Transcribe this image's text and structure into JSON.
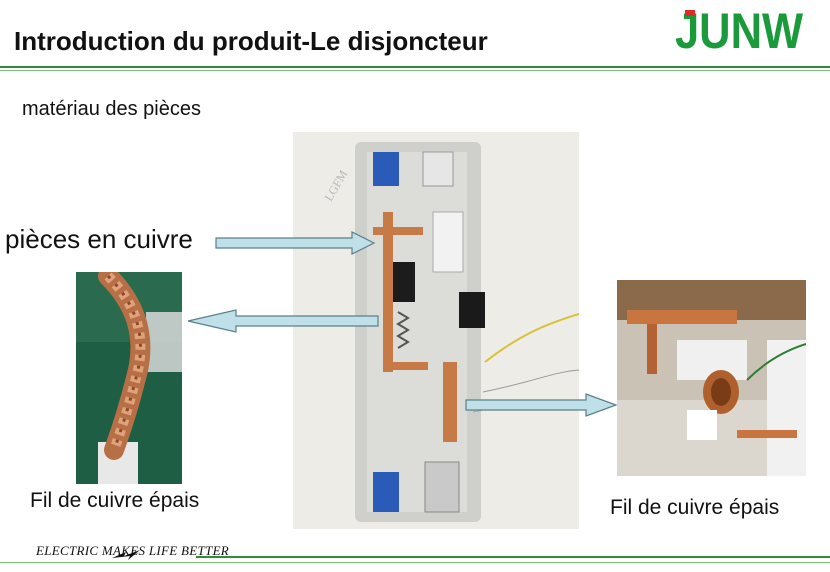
{
  "header": {
    "title": "Introduction du produit-Le disjoncteur",
    "logo_text": "JUNW",
    "brand_color": "#1a9a3a"
  },
  "subtitle": "matériau des pièces",
  "callout_copper_parts": "pièces en cuivre",
  "captions": {
    "left": "Fil de cuivre épais",
    "right": "Fil de cuivre épais"
  },
  "watermark": "LGFM",
  "footer": {
    "slogan": "ELECTRIC MAKES LIFE BETTER"
  },
  "colors": {
    "accent_green": "#2e8b3a",
    "arrow_fill": "#bfe0e8",
    "arrow_stroke": "#5a7f8a"
  }
}
